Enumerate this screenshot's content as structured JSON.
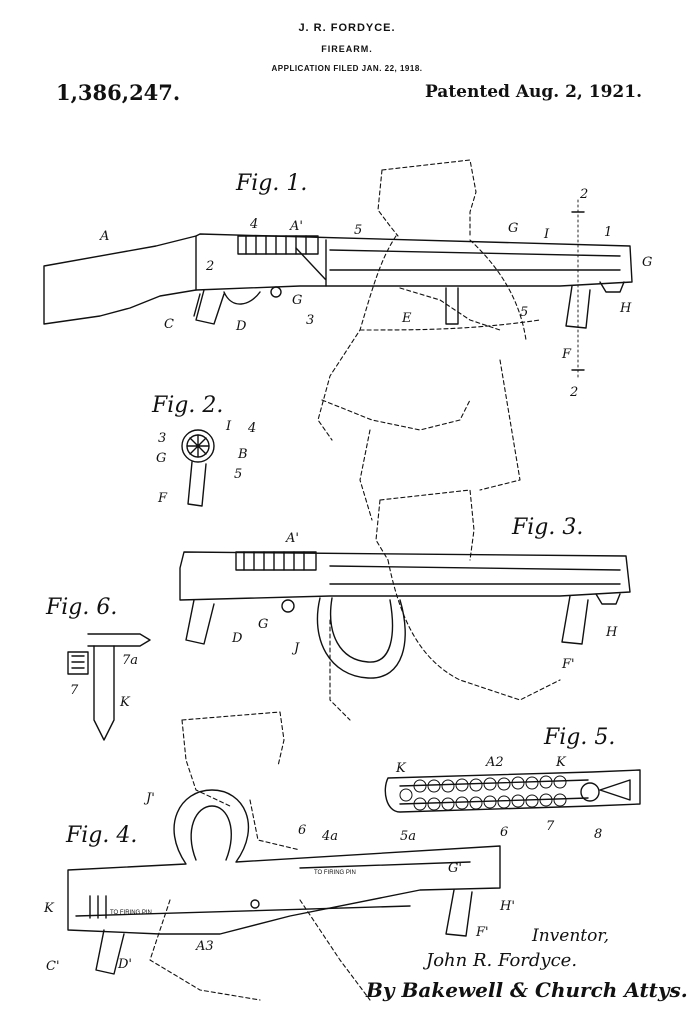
{
  "header": {
    "inventor": "J. R. FORDYCE.",
    "title": "FIREARM.",
    "application": "APPLICATION FILED JAN. 22, 1918.",
    "patent_number": "1,386,247.",
    "patented": "Patented Aug. 2, 1921."
  },
  "figures": {
    "fig1": "Fig. 1.",
    "fig2": "Fig. 2.",
    "fig3": "Fig. 3.",
    "fig4": "Fig. 4.",
    "fig5": "Fig. 5.",
    "fig6": "Fig. 6."
  },
  "references": {
    "fig1": [
      "A",
      "4",
      "A'",
      "5",
      "G",
      "I",
      "2",
      "1",
      "G",
      "2",
      "C",
      "D",
      "G",
      "3",
      "E",
      "5",
      "H",
      "F",
      "2"
    ],
    "fig2": [
      "3",
      "I",
      "4",
      "G",
      "B",
      "5",
      "F"
    ],
    "fig3": [
      "A'",
      "D",
      "G",
      "J",
      "H",
      "F'"
    ],
    "fig6": [
      "7a",
      "K",
      "7"
    ],
    "fig5": [
      "K",
      "A2",
      "K",
      "7",
      "8"
    ],
    "fig4": [
      "J'",
      "6",
      "4a",
      "5a",
      "6",
      "G'",
      "K",
      "H'",
      "F'",
      "A3",
      "C'",
      "D'"
    ]
  },
  "annotations": {
    "to_firing_pin_upper": "TO FIRING PIN",
    "to_firing_pin_lower": "TO FIRING PIN"
  },
  "signature": {
    "caption": "Inventor,",
    "inventor": "John R. Fordyce.",
    "attorneys": "By Bakewell & Church Attys."
  }
}
